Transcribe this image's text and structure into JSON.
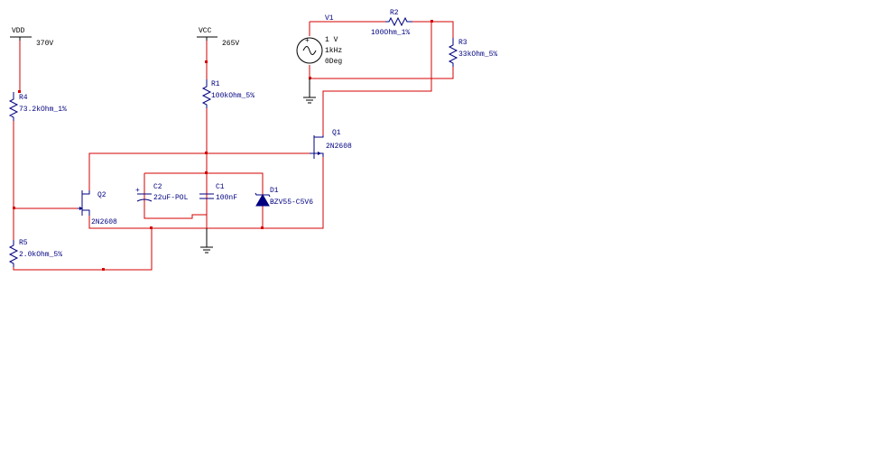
{
  "supplies": {
    "vdd": {
      "name": "VDD",
      "value": "370V"
    },
    "vcc": {
      "name": "VCC",
      "value": "265V"
    }
  },
  "source_v1": {
    "ref": "V1",
    "amplitude": "1 V",
    "frequency": "1kHz",
    "phase": "0Deg"
  },
  "resistors": {
    "r1": {
      "ref": "R1",
      "value": "100kOhm_5%"
    },
    "r2": {
      "ref": "R2",
      "value": "100Ohm_1%"
    },
    "r3": {
      "ref": "R3",
      "value": "33kOhm_5%"
    },
    "r4": {
      "ref": "R4",
      "value": "73.2kOhm_1%"
    },
    "r5": {
      "ref": "R5",
      "value": "2.0kOhm_5%"
    }
  },
  "capacitors": {
    "c1": {
      "ref": "C1",
      "value": "100nF"
    },
    "c2": {
      "ref": "C2",
      "value": "22uF-POL"
    }
  },
  "diode_d1": {
    "ref": "D1",
    "part": "BZV55-C5V6"
  },
  "transistors": {
    "q1": {
      "ref": "Q1",
      "part": "2N2608"
    },
    "q2": {
      "ref": "Q2",
      "part": "2N2608"
    }
  },
  "colors": {
    "wire": "#d40000",
    "component": "#000080",
    "ground": "#000000"
  }
}
